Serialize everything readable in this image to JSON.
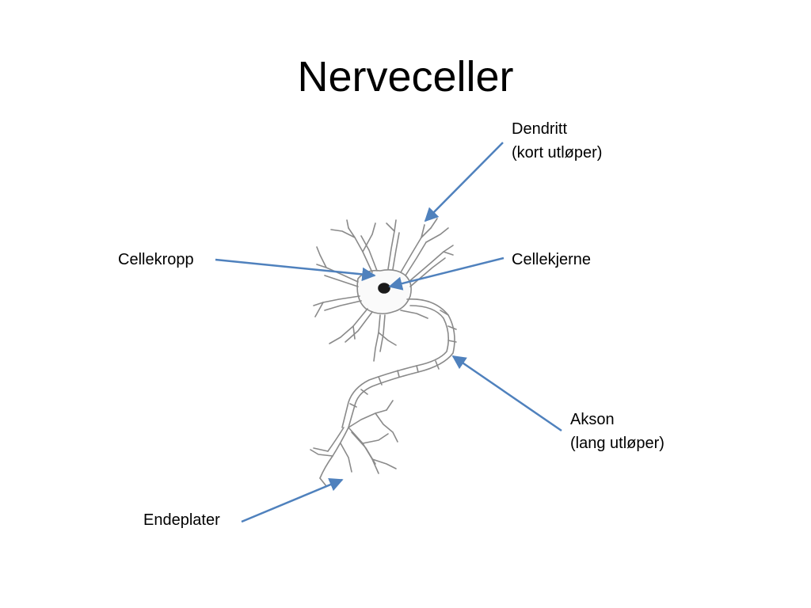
{
  "title": "Nerveceller",
  "labels": {
    "dendritt": {
      "line1": "Dendritt",
      "line2": "(kort utløper)"
    },
    "cellekropp": {
      "line1": "Cellekropp"
    },
    "cellekjerne": {
      "line1": "Cellekjerne"
    },
    "akson": {
      "line1": "Akson",
      "line2": "(lang utløper)"
    },
    "endeplater": {
      "line1": "Endeplater"
    }
  },
  "colors": {
    "arrow": "#4f81bd",
    "outline": "#8a8a8a",
    "nucleus": "#1a1a1a"
  }
}
